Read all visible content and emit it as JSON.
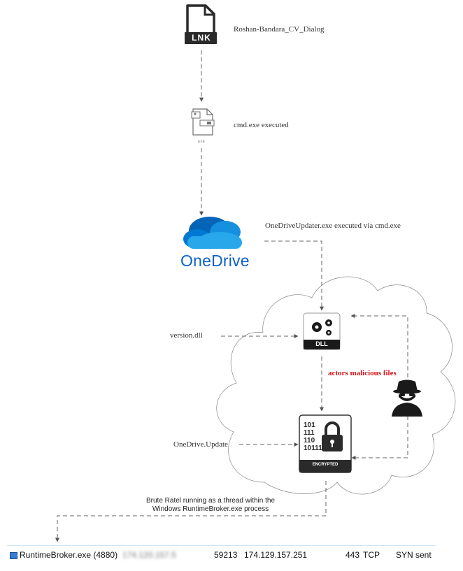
{
  "nodes": {
    "lnk_label": "Roshan-Bandara_CV_Dialog",
    "lnk_badge": "LNK",
    "cmd_label": "cmd.exe executed",
    "exe_caption": "EXE",
    "onedrive_label": "OneDriveUpdater.exe executed via cmd.exe",
    "onedrive_wordmark": "OneDrive",
    "dll_badge": "DLL",
    "version_dll": "version.dll",
    "malicious_label": "actors malicious files",
    "encrypted_bits": [
      "101",
      "111",
      "110",
      "10111"
    ],
    "encrypted_badge": "ENCRYPTED",
    "onedrive_update": "OneDrive.Update",
    "brute_line1": "Brute Ratel running as a thread within the",
    "brute_line2": "Windows RuntimeBroker.exe process"
  },
  "network_row": {
    "process": "RuntimeBroker.exe (4880)",
    "local_address_redacted": "174.120.157.5",
    "local_port": "59213",
    "remote_address": "174.129.157.251",
    "remote_port": "443",
    "protocol": "TCP",
    "state": "SYN sent"
  },
  "colors": {
    "onedrive_blue": "#0f62c9",
    "malicious_red": "#d2141b",
    "arrow_gray": "#666666"
  }
}
